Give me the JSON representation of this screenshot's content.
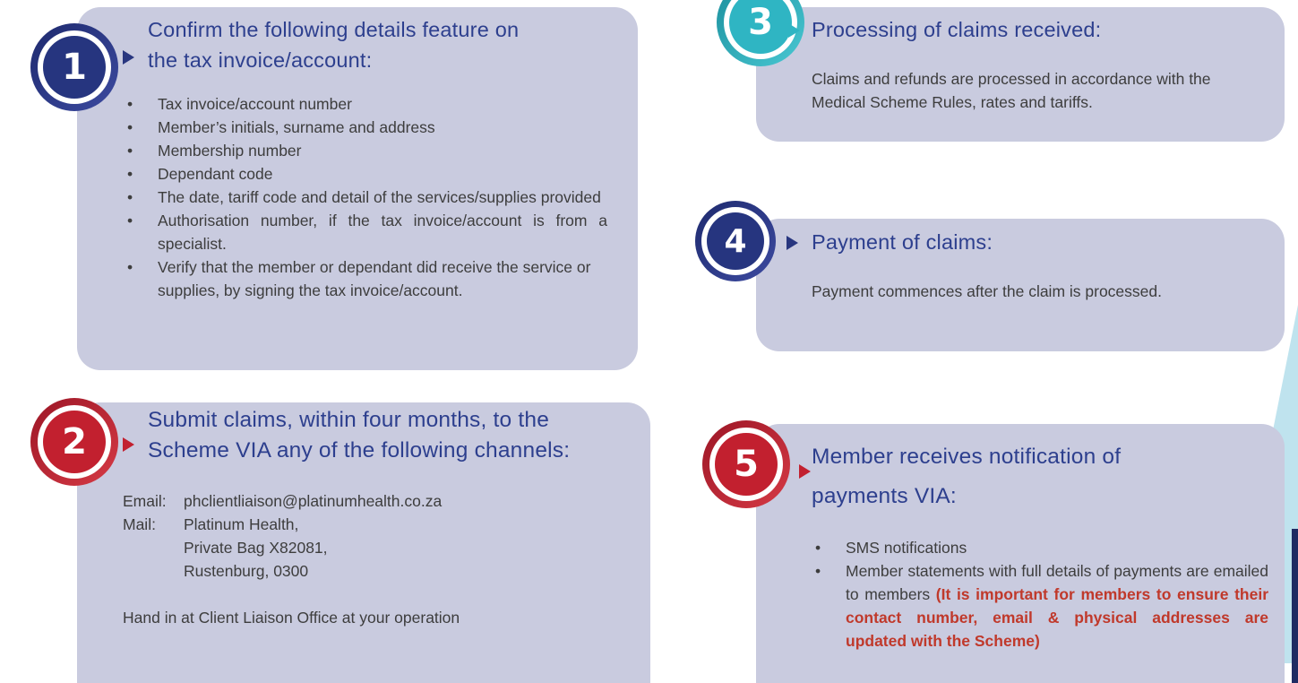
{
  "steps": [
    {
      "number": "1",
      "heading_lines": [
        "Confirm the following details feature on",
        "the tax invoice/account:"
      ],
      "bullets": [
        "Tax invoice/account number",
        "Member’s initials, surname and address",
        "Membership number",
        "Dependant code",
        "The date, tariff code and detail of the services/supplies provided",
        "Authorisation number, if the tax invoice/account is from a specialist.",
        "Verify that the member or dependant did receive the service or supplies, by signing the tax invoice/account."
      ]
    },
    {
      "number": "2",
      "heading_lines": [
        "Submit claims, within four months, to the",
        "Scheme VIA any of the following channels:"
      ],
      "email_label": "Email:",
      "email_value": "phclientliaison@platinumhealth.co.za",
      "mail_label": "Mail:",
      "mail_lines": [
        "Platinum Health,",
        "Private Bag X82081,",
        "Rustenburg, 0300"
      ],
      "hand_in": "Hand in at Client Liaison Office at your operation"
    },
    {
      "number": "3",
      "heading_lines": [
        "Processing of claims received:"
      ],
      "text": "Claims and refunds are processed in accordance with the Medical Scheme Rules, rates and tariffs."
    },
    {
      "number": "4",
      "heading_lines": [
        "Payment of claims:"
      ],
      "text": "Payment commences after the claim is processed."
    },
    {
      "number": "5",
      "heading_lines": [
        "Member receives notification of",
        "payments VIA:"
      ],
      "bullet_1": "SMS notifications",
      "bullet_2_normal": "Member statements with full details of payments are emailed to members ",
      "bullet_2_highlight": "(It is important for members to ensure their contact number, email & physical addresses are updated with the Scheme)"
    }
  ],
  "colors": {
    "card": "#c9cbdf",
    "heading": "#2d3f8e",
    "navy": "#28367f",
    "red": "#c2202f",
    "teal": "#2fb5c3",
    "highlight": "#c0392b"
  }
}
